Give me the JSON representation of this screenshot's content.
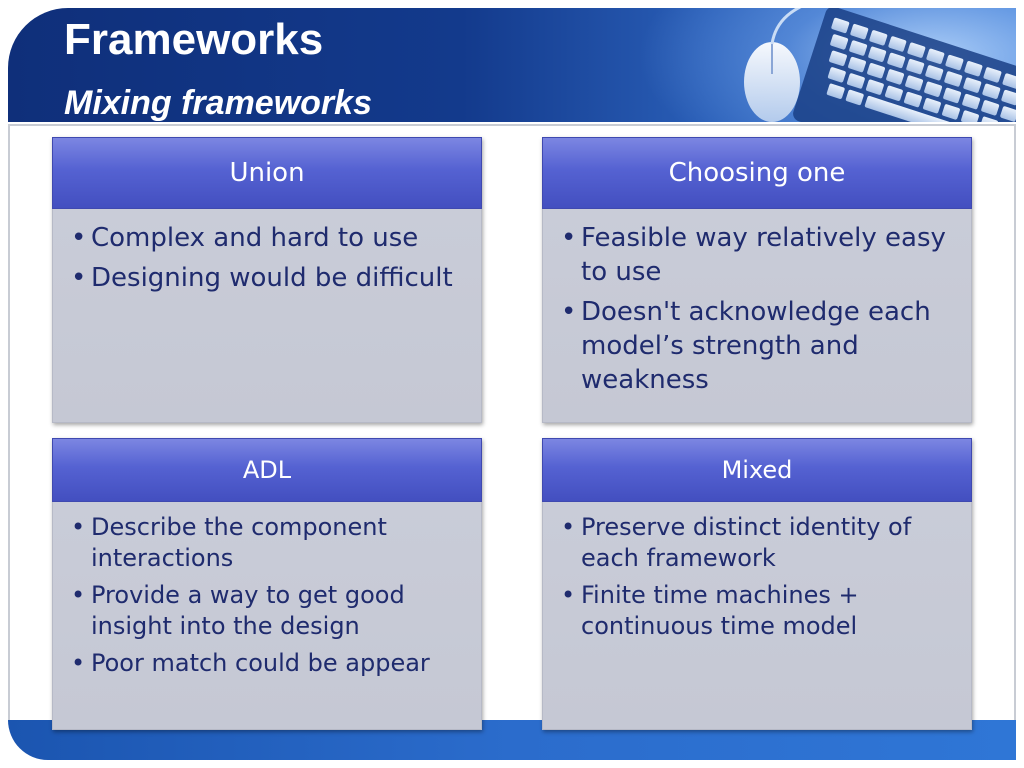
{
  "slide": {
    "title": "Frameworks",
    "subtitle": "Mixing frameworks"
  },
  "cards": [
    {
      "heading": "Union",
      "bullets": [
        "Complex and hard to use",
        "Designing would be difficult"
      ]
    },
    {
      "heading": "Choosing one",
      "bullets": [
        "Feasible way relatively easy to use",
        "Doesn't acknowledge each model’s strength and weakness"
      ]
    },
    {
      "heading": "ADL",
      "bullets": [
        "Describe the component interactions",
        "Provide a way to get good insight into the design",
        "Poor match could be appear"
      ]
    },
    {
      "heading": "Mixed",
      "bullets": [
        "Preserve distinct identity of each framework",
        "Finite time machines + continuous time model"
      ]
    }
  ],
  "icons": {
    "bullet": "•",
    "header_decoration": [
      "keyboard-icon",
      "mouse-icon"
    ]
  },
  "colors": {
    "header_band": "#133a8c",
    "card_header": "#5562d2",
    "card_body": "#c8cbd7",
    "bullet_text": "#1f2b6e",
    "footer_band": "#2b6ccc"
  }
}
